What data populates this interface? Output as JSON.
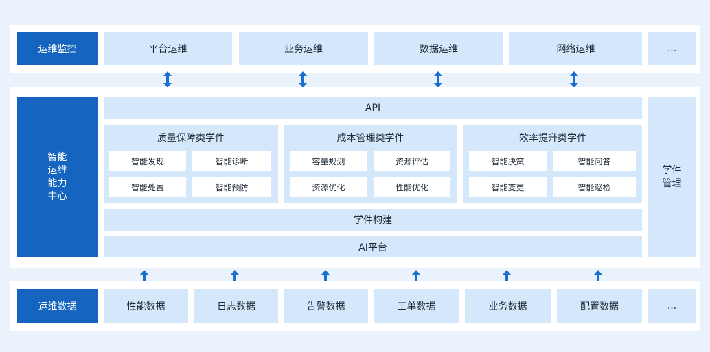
{
  "colors": {
    "primary": "#1464c0",
    "light": "#d5e8fb",
    "background": "#eaf3fc",
    "arrow": "#1a6fd1"
  },
  "monitoring": {
    "title": "运维监控",
    "items": [
      "平台运维",
      "业务运维",
      "数据运维",
      "网络运维",
      "..."
    ]
  },
  "center": {
    "title": "智能\n运维\n能力\n中心",
    "api": "API",
    "groups": [
      {
        "title": "质量保障类学件",
        "items": [
          "智能发现",
          "智能诊断",
          "智能处置",
          "智能预防"
        ]
      },
      {
        "title": "成本管理类学件",
        "items": [
          "容量规划",
          "资源评估",
          "资源优化",
          "性能优化"
        ]
      },
      {
        "title": "效率提升类学件",
        "items": [
          "智能决策",
          "智能问答",
          "智能变更",
          "智能巡检"
        ]
      }
    ],
    "build": "学件构建",
    "ai_platform": "AI平台",
    "management": "学件\n管理"
  },
  "data": {
    "title": "运维数据",
    "items": [
      "性能数据",
      "日志数据",
      "告警数据",
      "工单数据",
      "业务数据",
      "配置数据",
      "..."
    ]
  },
  "icons": {
    "updown": "double-arrow-icon",
    "up": "up-arrow-icon"
  }
}
